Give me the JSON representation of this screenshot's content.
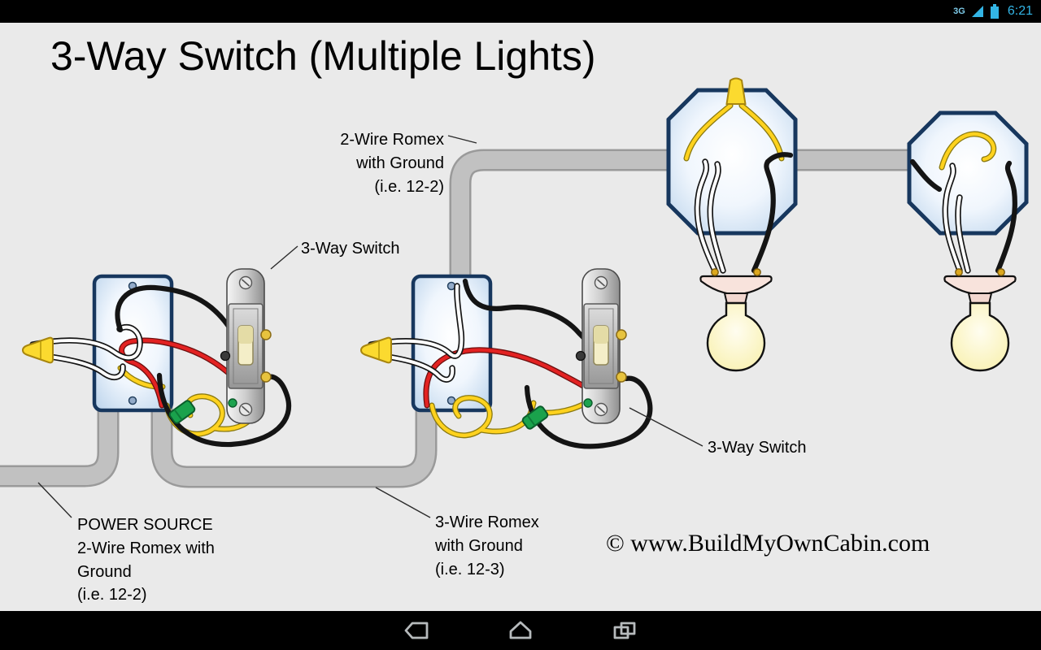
{
  "status_bar": {
    "network": "3G",
    "time": "6:21"
  },
  "navigation_bar": {
    "buttons": [
      {
        "name": "back",
        "icon": "back-arrow"
      },
      {
        "name": "home",
        "icon": "home"
      },
      {
        "name": "recents",
        "icon": "recent-apps"
      }
    ]
  },
  "diagram": {
    "title": "3-Way Switch (Multiple Lights)",
    "labels": {
      "romex2": [
        "2-Wire Romex",
        "with Ground",
        "(i.e. 12-2)"
      ],
      "switch1": "3-Way Switch",
      "switch2": "3-Way Switch",
      "power": [
        "POWER SOURCE",
        "2-Wire Romex with",
        "Ground",
        "(i.e. 12-2)"
      ],
      "romex3": [
        "3-Wire Romex",
        "with Ground",
        "(i.e. 12-3)"
      ],
      "copyright": "© www.BuildMyOwnCabin.com"
    },
    "colors": {
      "status_accent": "#33b5e5",
      "box_border_blue": "#17375e",
      "cable_gray": "#c1c1c1",
      "wire_red": "#e32222",
      "wire_yellow": "#ffd21e",
      "wire_white": "#ffffff",
      "wire_black": "#141414",
      "ground_green": "#1aa24c",
      "bulb_yellow": "#fbf6c3",
      "background": "#eaeaea"
    }
  }
}
